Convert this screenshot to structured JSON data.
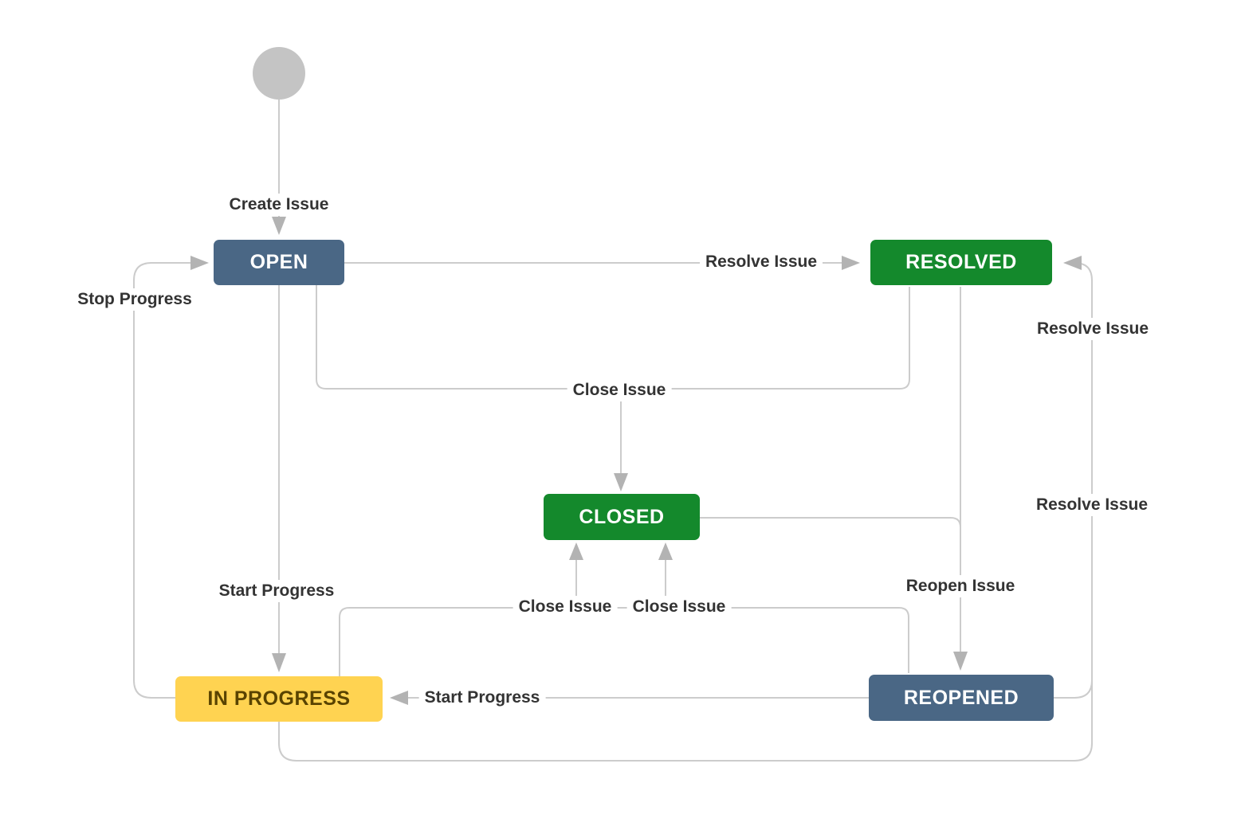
{
  "diagram": {
    "type": "issue-workflow",
    "background": "#ffffff",
    "start_node": {
      "shape": "circle",
      "color": "#c4c4c4"
    },
    "statuses": [
      {
        "id": "open",
        "label": "OPEN",
        "bg_color": "#4a6785",
        "text_color": "#ffffff"
      },
      {
        "id": "resolved",
        "label": "RESOLVED",
        "bg_color": "#14892c",
        "text_color": "#ffffff"
      },
      {
        "id": "closed",
        "label": "CLOSED",
        "bg_color": "#14892c",
        "text_color": "#ffffff"
      },
      {
        "id": "in-progress",
        "label": "IN PROGRESS",
        "bg_color": "#ffd351",
        "text_color": "#594300"
      },
      {
        "id": "reopened",
        "label": "REOPENED",
        "bg_color": "#4a6785",
        "text_color": "#ffffff"
      }
    ],
    "transitions": [
      {
        "label": "Create Issue",
        "from": "start",
        "to": "open"
      },
      {
        "label": "Resolve Issue",
        "from": "open",
        "to": "resolved"
      },
      {
        "label": "Stop Progress",
        "from": "in-progress",
        "to": "open"
      },
      {
        "label": "Start Progress",
        "from": "open",
        "to": "in-progress"
      },
      {
        "label": "Close Issue",
        "from": "open, resolved",
        "to": "closed"
      },
      {
        "label": "Reopen Issue",
        "from": "resolved, closed",
        "to": "reopened"
      },
      {
        "label": "Close Issue",
        "from": "in-progress",
        "to": "closed"
      },
      {
        "label": "Close Issue",
        "from": "reopened",
        "to": "closed"
      },
      {
        "label": "Start Progress",
        "from": "reopened",
        "to": "in-progress"
      },
      {
        "label": "Resolve Issue",
        "from": "in-progress",
        "to": "resolved"
      },
      {
        "label": "Resolve Issue",
        "from": "reopened",
        "to": "resolved"
      }
    ],
    "colors": {
      "line": "#cccccc",
      "arrowhead": "#b3b3b3",
      "label_text": "#333333",
      "node_blue": "#4a6785",
      "node_green": "#14892c",
      "node_yellow": "#ffd351",
      "node_yellow_text": "#594300",
      "start_circle": "#c4c4c4"
    }
  }
}
